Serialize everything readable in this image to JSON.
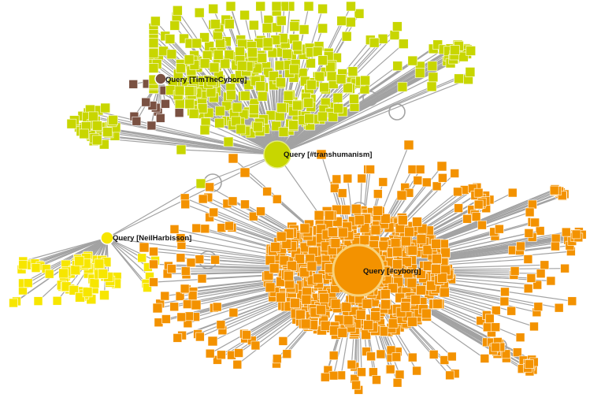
{
  "graph": {
    "hubs": [
      {
        "id": "cyborg",
        "label": "Query [#cyborg]",
        "color": "#f39200",
        "leaves": 900
      },
      {
        "id": "transhumanism",
        "label": "Query [#transhumanism]",
        "color": "#c8d600",
        "leaves": 380
      },
      {
        "id": "neilharbisson",
        "label": "Query [NeilHarbisson]",
        "color": "#f7e600",
        "leaves": 75
      },
      {
        "id": "timthecyborg",
        "label": "Query [TimTheCyborg]",
        "color": "#7a5142",
        "leaves": 14
      }
    ],
    "colors": {
      "edge": "#a3a3a3",
      "orange": "#f39200",
      "lime": "#c8d600",
      "yellow": "#f7e600",
      "brown": "#7a5142"
    }
  }
}
